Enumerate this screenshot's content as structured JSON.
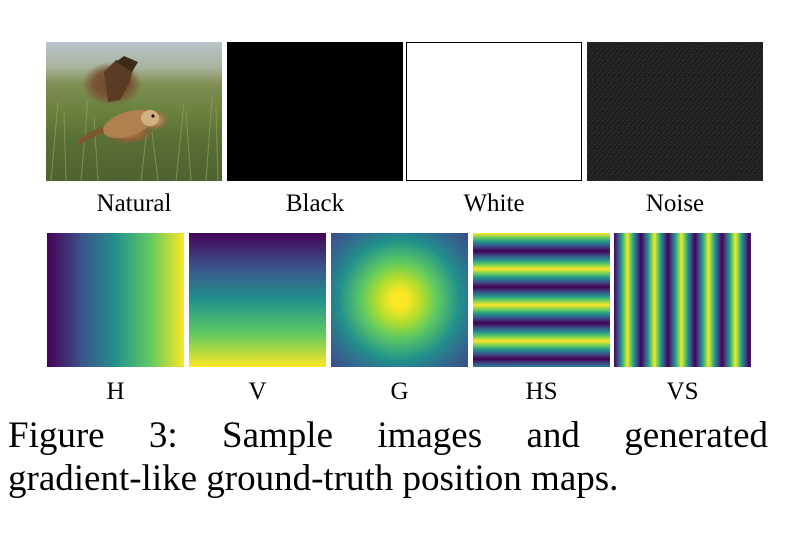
{
  "figure": {
    "top_row": [
      {
        "label": "Natural"
      },
      {
        "label": "Black"
      },
      {
        "label": "White"
      },
      {
        "label": "Noise"
      }
    ],
    "bottom_row": [
      {
        "label": "H"
      },
      {
        "label": "V"
      },
      {
        "label": "G"
      },
      {
        "label": "HS"
      },
      {
        "label": "VS"
      }
    ],
    "caption": {
      "line1": "Figure 3:  Sample images and generated",
      "line2": "gradient-like ground-truth position maps."
    }
  }
}
